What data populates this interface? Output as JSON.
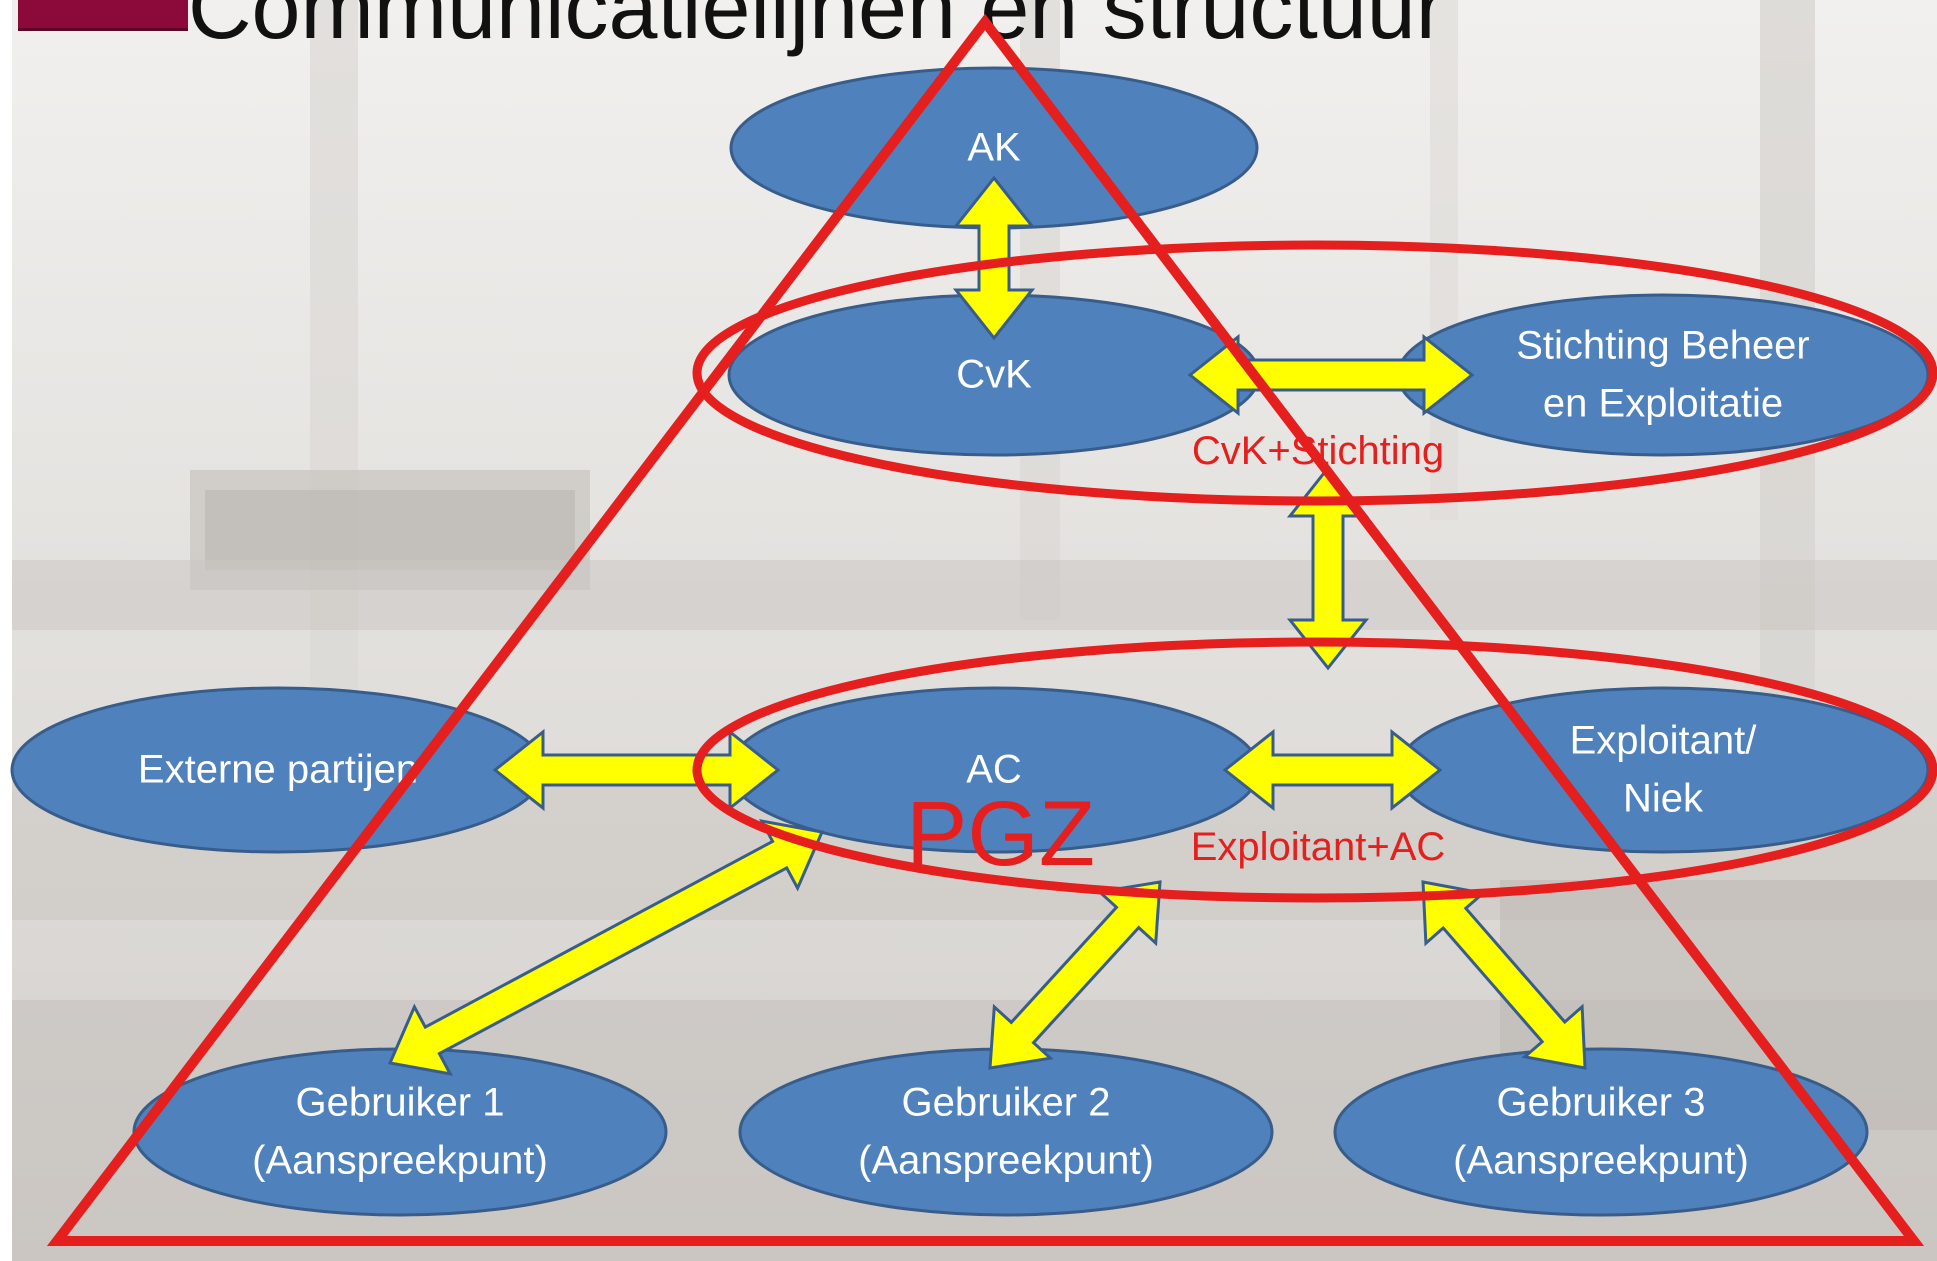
{
  "slide": {
    "title": "Communicatielijnen en structuur",
    "overlay_label": "PGZ"
  },
  "nodes": {
    "ak": "AK",
    "cvk": "CvK",
    "stichting": [
      "Stichting Beheer",
      "en Exploitatie"
    ],
    "ac": "AC",
    "externe": "Externe partijen",
    "exploitant": [
      "Exploitant/",
      "Niek"
    ],
    "gebruiker1": [
      "Gebruiker 1",
      "(Aanspreekpunt)"
    ],
    "gebruiker2": [
      "Gebruiker 2",
      "(Aanspreekpunt)"
    ],
    "gebruiker3": [
      "Gebruiker 3",
      "(Aanspreekpunt)"
    ]
  },
  "groups": {
    "top": "CvK+Stichting",
    "bottom": "Exploitant+AC"
  },
  "colors": {
    "node_fill": "#4f81bd",
    "node_stroke": "#385d8a",
    "arrow_fill": "#ffff00",
    "highlight_red": "#e51e1e",
    "accent_maroon": "#8b0a3a"
  }
}
